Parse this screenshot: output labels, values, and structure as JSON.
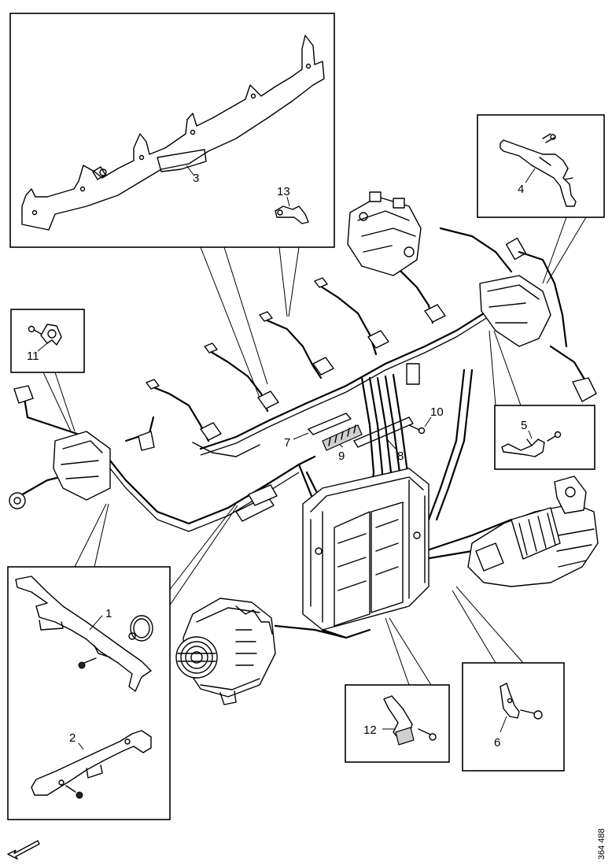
{
  "callouts": {
    "c1": "1",
    "c2": "2",
    "c3": "3",
    "c4": "4",
    "c5": "5",
    "c6": "6",
    "c7": "7",
    "c8": "8",
    "c9": "9",
    "c10": "10",
    "c11": "11",
    "c12": "12",
    "c13": "13"
  },
  "figure_ref": "364 488",
  "icons": {
    "orientation_arrow": "direction-arrow-icon"
  }
}
